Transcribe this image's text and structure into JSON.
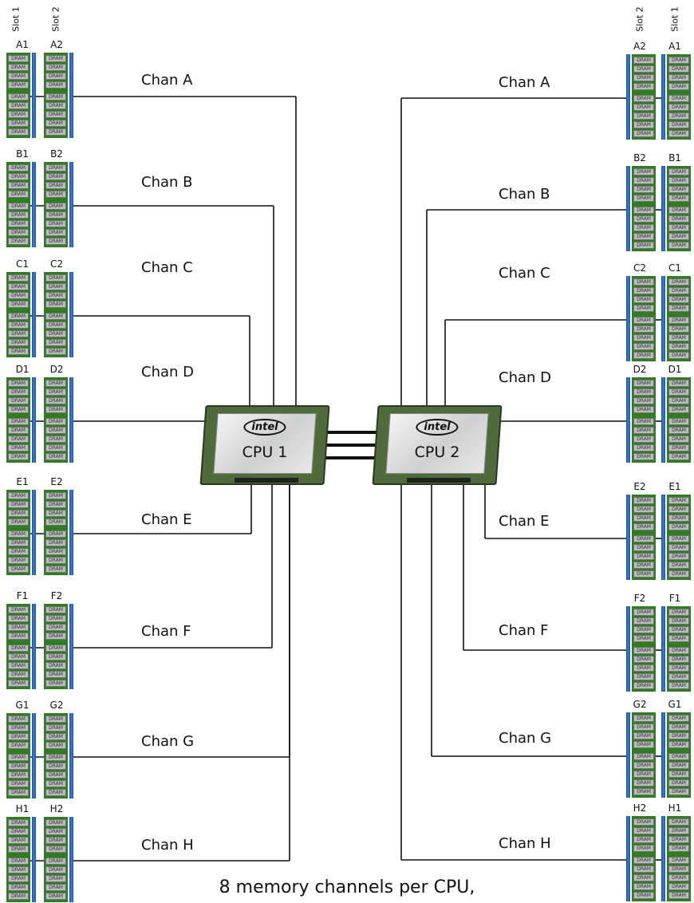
{
  "slot_headers": {
    "slot1": "Slot 1",
    "slot2": "Slot 2"
  },
  "chip_label": "DRAM",
  "channels": [
    "A",
    "B",
    "C",
    "D",
    "E",
    "F",
    "G",
    "H"
  ],
  "channel_labels": [
    "Chan A",
    "Chan B",
    "Chan C",
    "Chan D",
    "Chan E",
    "Chan F",
    "Chan G",
    "Chan H"
  ],
  "dimm_labels": [
    [
      "A1",
      "A2"
    ],
    [
      "B1",
      "B2"
    ],
    [
      "C1",
      "C2"
    ],
    [
      "D1",
      "D2"
    ],
    [
      "E1",
      "E2"
    ],
    [
      "F1",
      "F2"
    ],
    [
      "G1",
      "G2"
    ],
    [
      "H1",
      "H2"
    ]
  ],
  "cpus": [
    {
      "name": "CPU 1",
      "logo": "intel"
    },
    {
      "name": "CPU 2",
      "logo": "intel"
    }
  ],
  "caption": "8 memory channels per CPU,",
  "colors": {
    "line": "#111111",
    "pcb": "#2f7d1f",
    "chip": "#b9bcbd",
    "edge": "#3a7ee0"
  }
}
